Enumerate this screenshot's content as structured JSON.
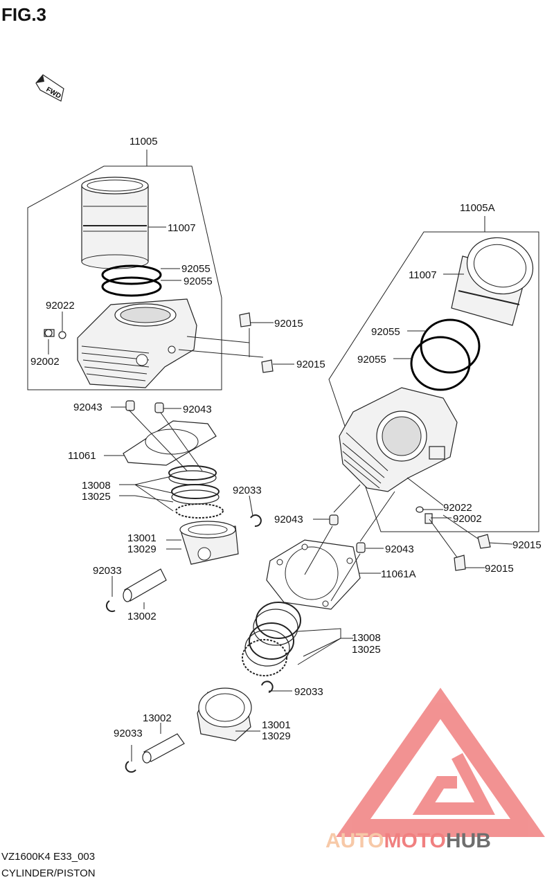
{
  "figure": {
    "title": "FIG.3",
    "fwd_label": "FWD",
    "model_code": "VZ1600K4 E33_003",
    "caption": "CYLINDER/PISTON"
  },
  "labels": {
    "l11005": "11005",
    "l11007a": "11007",
    "l92055a": "92055",
    "l92055b": "92055",
    "l92022a": "92022",
    "l92002a": "92002",
    "l92015a": "92015",
    "l92015b": "92015",
    "l92043a": "92043",
    "l92043b": "92043",
    "l11061": "11061",
    "l13008a": "13008",
    "l13025a": "13025",
    "l92033a": "92033",
    "l13001a": "13001",
    "l13029a": "13029",
    "l92033b": "92033",
    "l13002a": "13002",
    "l11005A": "11005A",
    "l11007b": "11007",
    "l92055c": "92055",
    "l92055d": "92055",
    "l92022b": "92022",
    "l92002b": "92002",
    "l92043c": "92043",
    "l92015c": "92015",
    "l92043d": "92043",
    "l92015d": "92015",
    "l11061A": "11061A",
    "l13008b": "13008",
    "l13025b": "13025",
    "l92033c": "92033",
    "l13002b": "13002",
    "l13001b": "13001",
    "l13029b": "13029",
    "l92033d": "92033"
  },
  "watermark": {
    "part1": "AUTO",
    "part2": "MOTO",
    "part3": "HUB",
    "color_light": "#f7c9a8",
    "color_accent": "#f08080",
    "color_dark": "#6e6e6e"
  }
}
